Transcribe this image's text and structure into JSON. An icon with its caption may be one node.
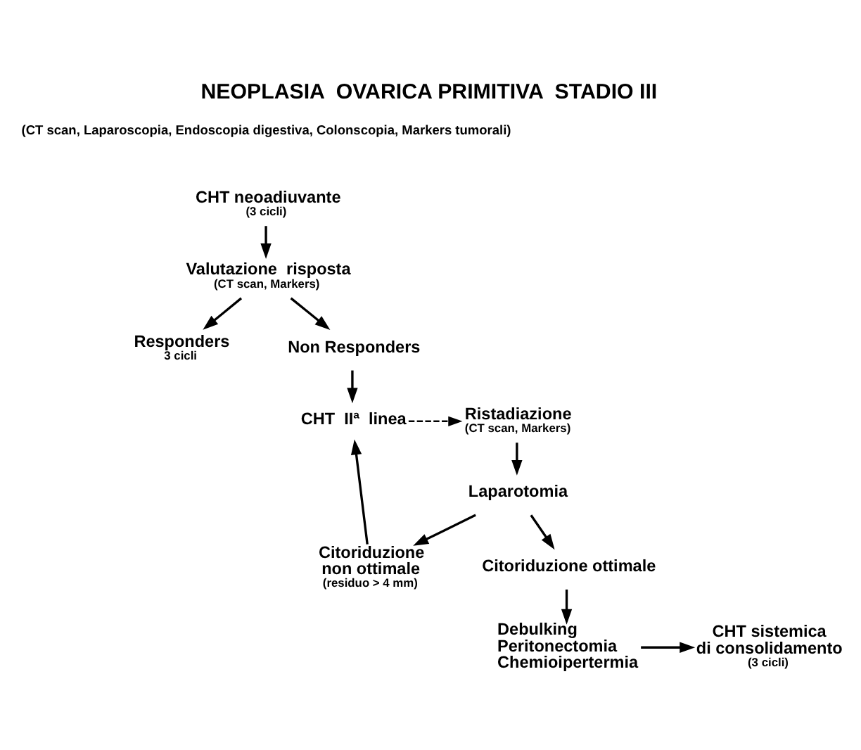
{
  "diagram": {
    "title": "NEOPLASIA  OVARICA PRIMITIVA  STADIO III",
    "nodes": [
      {
        "text": [
          "CHT neoadiuvante",
          "(3 cicli)"
        ]
      },
      {
        "text": [
          "Valutazione  risposta",
          "(CT scan, Markers)"
        ]
      },
      {
        "text": [
          "Responders",
          "3 cicli"
        ]
      },
      {
        "text": [
          "Non Responders"
        ]
      },
      {
        "text": [
          "Ristadiazione",
          "(CT scan, Markers)"
        ]
      },
      {
        "text": [
          "CHT  IIª  linea"
        ]
      },
      {
        "text": [
          "Laparotomia"
        ]
      },
      {
        "text": [
          "Citoriduzione ottimale"
        ]
      },
      {
        "text": [
          "Citoriduzione non ottimale",
          "(residuo > 4 mm)"
        ]
      },
      {
        "text": [
          "Debulking Peritonectomia Chemioipertermia"
        ]
      },
      {
        "text": [
          "CHT sistemica di consolidamento",
          "(3 cicli)"
        ]
      }
    ],
    "edges": [
      {
        "from": 0,
        "to": 1,
        "arrow": "to"
      },
      {
        "from": 1,
        "to": 2,
        "arrow": "to"
      },
      {
        "from": 1,
        "to": 3,
        "arrow": "to"
      },
      {
        "from": 3,
        "to": 5,
        "arrow": "to"
      },
      {
        "from": 5,
        "to": 4,
        "arrow": "to",
        "style": "dashed"
      },
      {
        "from": 4,
        "to": 6,
        "arrow": "to"
      },
      {
        "from": 6,
        "to": 7,
        "arrow": "to"
      },
      {
        "from": 6,
        "to": 8,
        "arrow": "to"
      },
      {
        "from": 8,
        "to": 5,
        "arrow": "to"
      },
      {
        "from": 7,
        "to": 9,
        "arrow": "to"
      },
      {
        "from": 9,
        "to": 10,
        "arrow": "to"
      }
    ],
    "labels": [
      "(CT scan, Laparoscopia, Endoscopia digestiva, Colonscopia, Markers tumorali)"
    ]
  }
}
